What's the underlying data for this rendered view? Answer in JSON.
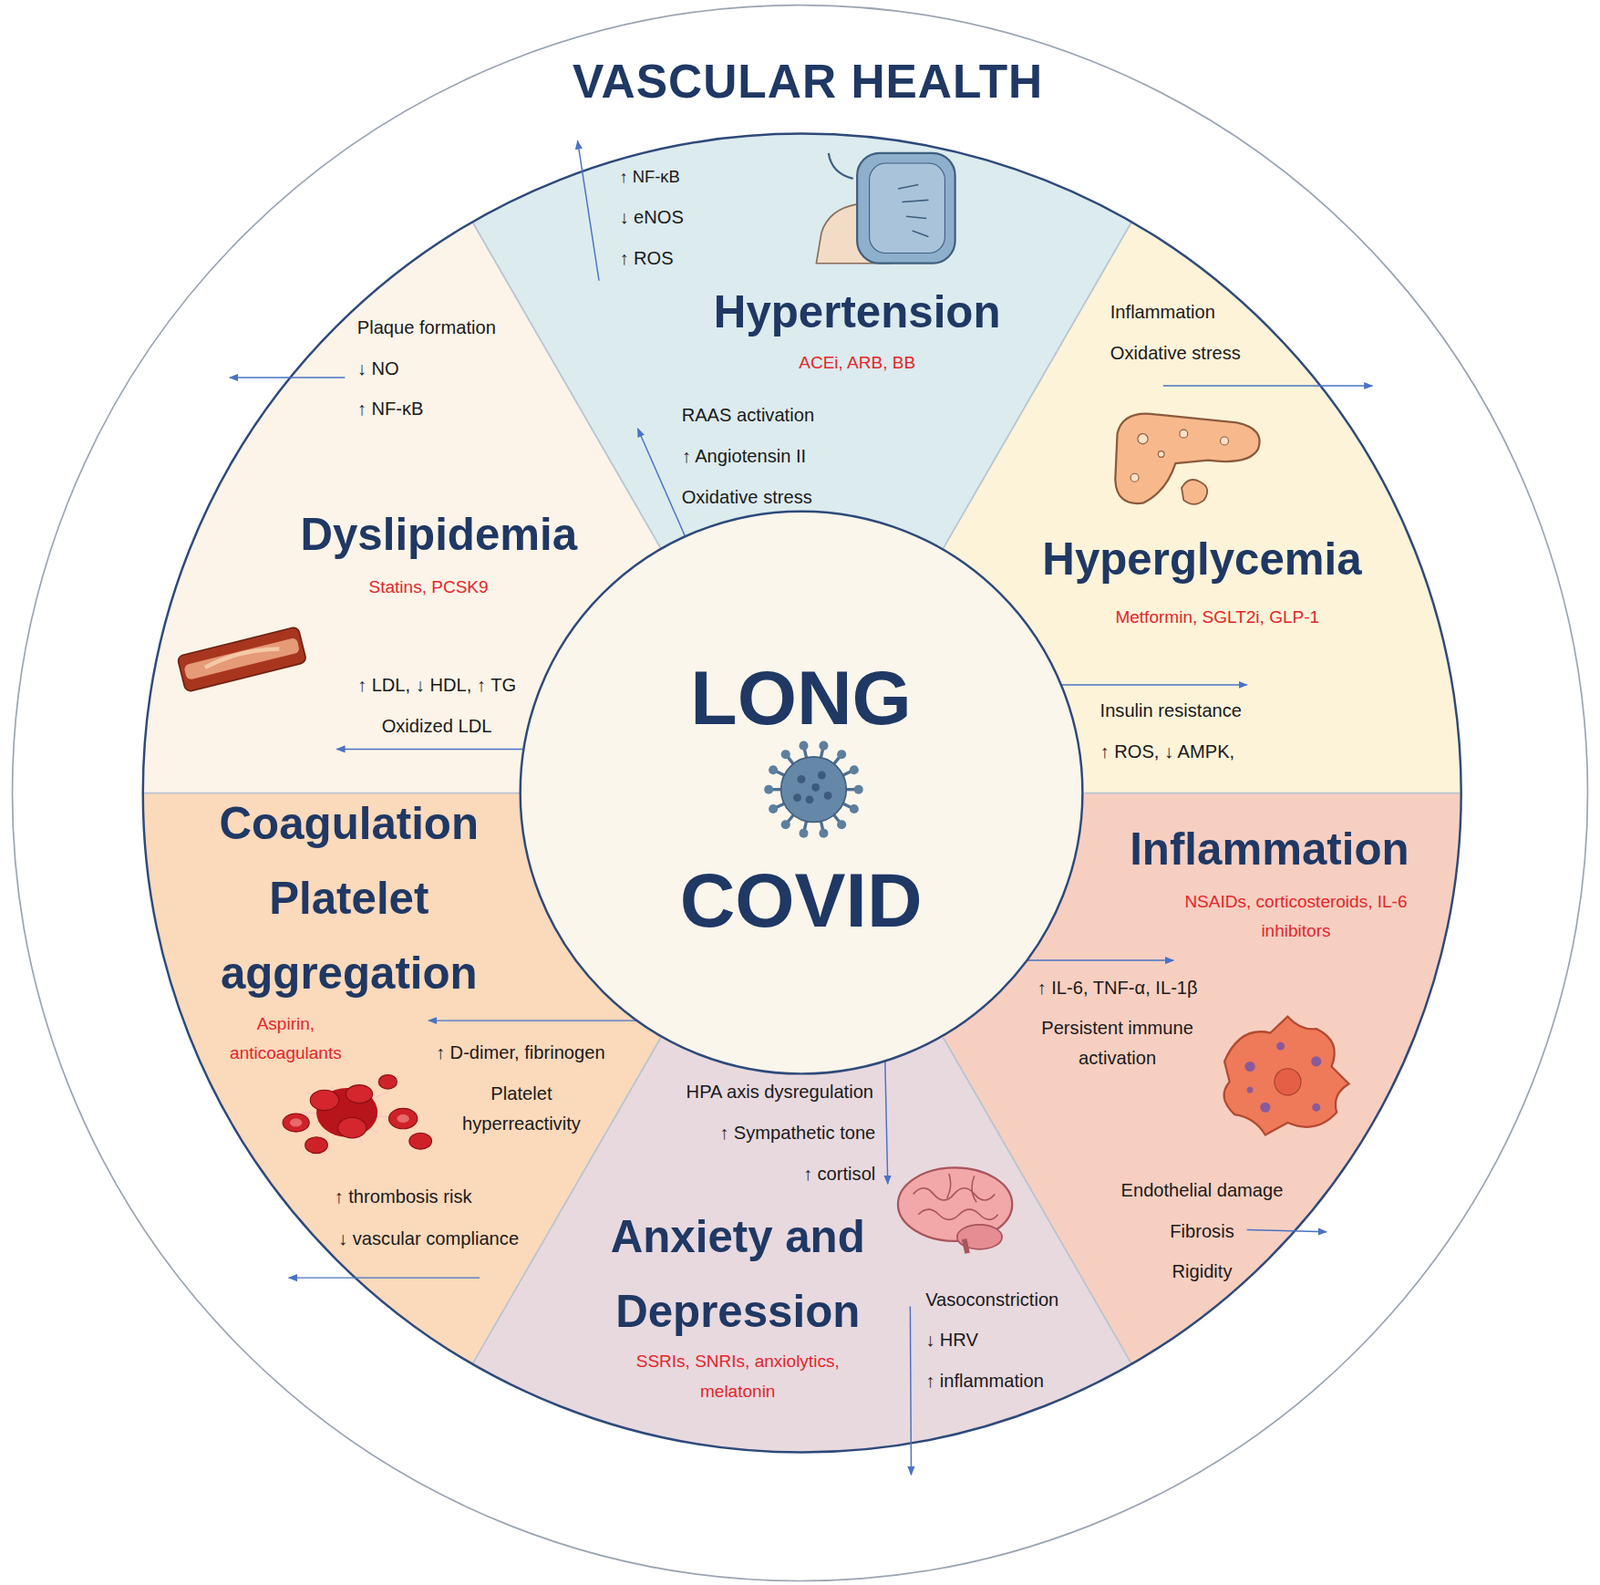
{
  "diagram": {
    "title": "VASCULAR HEALTH",
    "nodes": [
      {
        "text": [
          "LONG COVID"
        ]
      },
      {
        "text": [
          "Hypertension",
          "ACEi, ARB, BB",
          "↑ NF-κB",
          "↓ eNOS",
          "↑ ROS",
          "RAAS activation",
          "↑ Angiotensin II",
          "Oxidative stress"
        ]
      },
      {
        "text": [
          "Hyperglycemia",
          "Metformin, SGLT2i, GLP-1",
          "Inflammation",
          "Oxidative stress",
          "Insulin resistance",
          "↑ ROS, ↓ AMPK,"
        ]
      },
      {
        "text": [
          "Inflammation",
          "NSAIDs, corticosteroids, IL-6 inhibitors",
          "↑ IL-6, TNF-α, IL-1β",
          "Persistent immune activation",
          "Endothelial damage",
          "Fibrosis",
          "Rigidity"
        ]
      },
      {
        "text": [
          "Anxiety and Depression",
          "SSRIs, SNRIs, anxiolytics, melatonin",
          "HPA axis dysregulation",
          "↑ Sympathetic tone",
          "↑ cortisol",
          "Vasoconstriction",
          "↓ HRV",
          "↑ inflammation"
        ]
      },
      {
        "text": [
          "Coagulation Platelet aggregation",
          "Aspirin, anticoagulants",
          "↑ D-dimer, fibrinogen",
          "Platelet hyperreactivity",
          "↑ thrombosis risk",
          "↓ vascular compliance"
        ]
      },
      {
        "text": [
          "Dyslipidemia",
          "Statins, PCSK9",
          "Plaque formation",
          "↓ NO",
          "↑ NF-κB",
          "↑ LDL, ↓ HDL, ↑ TG",
          "Oxidized LDL"
        ]
      }
    ]
  }
}
